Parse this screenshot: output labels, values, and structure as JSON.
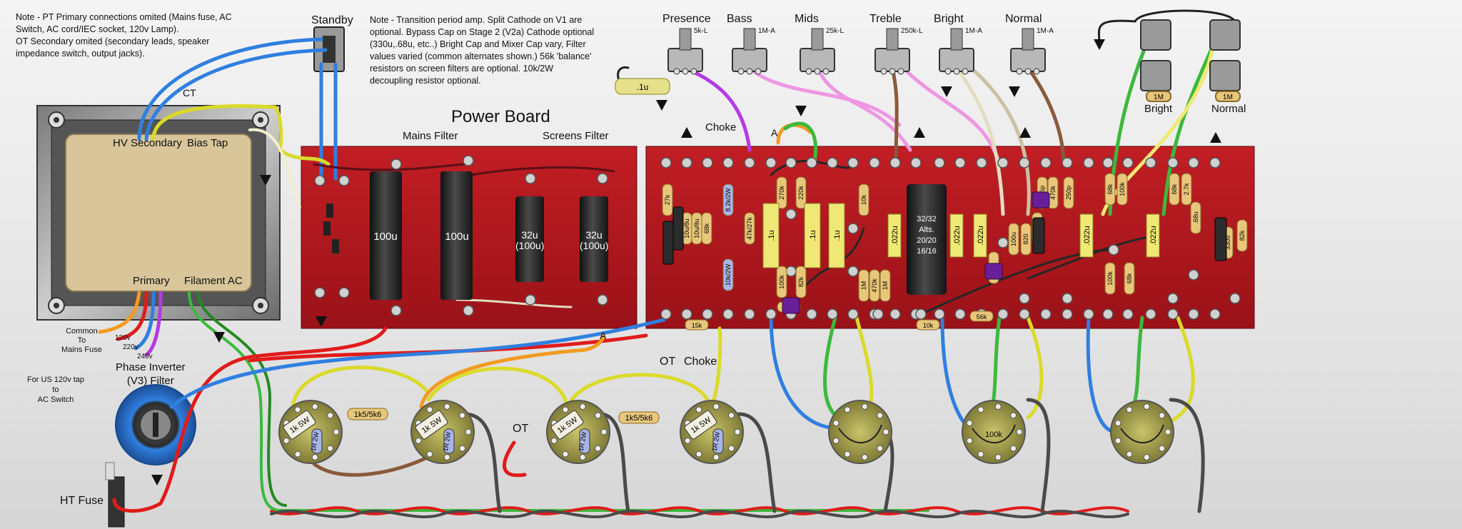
{
  "notes": {
    "left": "Note - PT Primary connections omited (Mains fuse, AC Switch, AC cord/IEC socket, 120v Lamp).\nOT Secondary omited (secondary leads, speaker impedance switch, output jacks).",
    "top": "Note - Transition period amp. Split Cathode on V1 are optional. Bypass Cap on Stage 2 (V2a) Cathode optional (330u,.68u, etc..) Bright Cap and Mixer Cap vary, Filter values varied (common alternates shown.) 56k 'balance' resistors on screen filters are optional. 10k/2W decoupling resistor optional.",
    "us_tap": "For US 120v tap\nto\nAC Switch"
  },
  "labels": {
    "standby": "Standby",
    "ct": "CT",
    "hv_secondary": "HV Secondary",
    "bias_tap": "Bias Tap",
    "primary": "Primary",
    "filament_ac": "Filament AC",
    "common_to_mains": "Common\nTo\nMains Fuse",
    "v120": "120v",
    "v220": "220v",
    "v240": "240v",
    "phase_inverter": "Phase Inverter\n(V3) Filter",
    "ht_fuse": "HT Fuse",
    "power_board": "Power Board",
    "mains_filter": "Mains Filter",
    "screens_filter": "Screens Filter",
    "choke_top": "Choke",
    "a_top": "A",
    "a_low": "A",
    "ot_low": "OT",
    "choke_low": "Choke",
    "ot_mid": "OT",
    "bright_jack": "Bright",
    "normal_jack": "Normal"
  },
  "pots": [
    {
      "name": "Presence",
      "value": "5k-L"
    },
    {
      "name": "Bass",
      "value": "1M-A"
    },
    {
      "name": "Mids",
      "value": "25k-L"
    },
    {
      "name": "Treble",
      "value": "250k-L"
    },
    {
      "name": "Bright",
      "value": "1M-A"
    },
    {
      "name": "Normal",
      "value": "1M-A"
    }
  ],
  "components": {
    "filter_caps": [
      {
        "value": "100u"
      },
      {
        "value": "100u"
      },
      {
        "value": "32u\n(100u)"
      },
      {
        "value": "32u\n(100u)"
      }
    ],
    "main_can": "32/32\nAlts.\n20/20\n16/16",
    "pres_cap": ".1u",
    "jack_res": "1M",
    "sock_res_5w": "1k 5W",
    "sock_res_2w": "1R 2W",
    "series_res": "1k5/5k6",
    "pot100k": "100k",
    "res_labels": [
      "27k",
      "10u/8u",
      "10u/8u",
      "68k",
      "8.2k/2W",
      "47k/27k",
      "10k/2W",
      "15k",
      "270k",
      "220k",
      "100k",
      "82k",
      "47p",
      "10k",
      "1M",
      "470k",
      "1M",
      "10k",
      "56k",
      "100u",
      "820",
      "330u",
      "556p",
      "470k",
      "250p",
      "68k",
      "68k",
      "100k",
      "100k",
      "68k",
      "68k",
      "2.7k",
      ".68u",
      "330u",
      "82k"
    ],
    "cap_labels": [
      ".1u",
      ".1u",
      ".1u",
      ".022u",
      ".022u",
      ".022u",
      ".022u",
      ".022u"
    ]
  },
  "colors": {
    "board": "#b0141b",
    "wire_blue": "#2f7fe0",
    "wire_yellow": "#dada2a",
    "wire_green": "#3cb93c",
    "wire_red": "#e11b1b",
    "wire_pink": "#ee96e2",
    "wire_brown": "#8a5a3a",
    "wire_grey": "#4a4a4a",
    "wire_purple": "#b43ae6",
    "wire_orange": "#f39a1f",
    "resistor_tan": "#e8c77a",
    "cap_yellow": "#f0e874",
    "cap_black": "#2c2c2c"
  }
}
